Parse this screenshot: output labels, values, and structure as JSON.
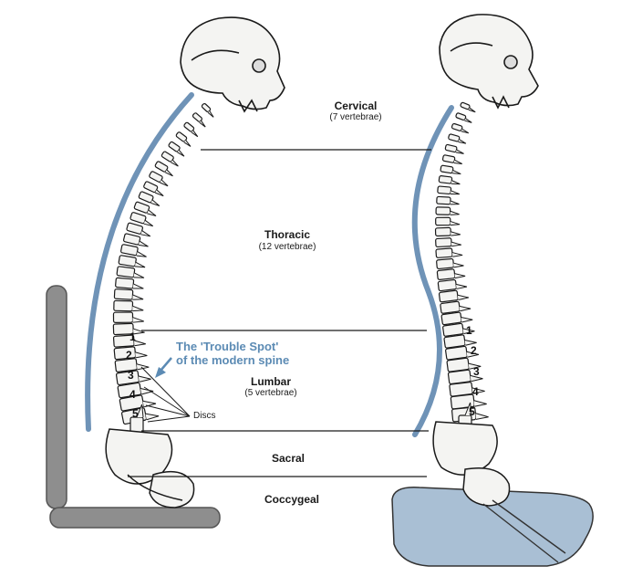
{
  "regions": {
    "cervical": {
      "name": "Cervical",
      "count": "(7 vertebrae)"
    },
    "thoracic": {
      "name": "Thoracic",
      "count": "(12 vertebrae)"
    },
    "lumbar": {
      "name": "Lumbar",
      "count": "(5 vertebrae)"
    },
    "sacral": {
      "name": "Sacral"
    },
    "coccygeal": {
      "name": "Coccygeal"
    }
  },
  "callout": {
    "line1": "The 'Trouble Spot'",
    "line2": "of the modern spine"
  },
  "discs_label": "Discs",
  "lumbar_numbers": [
    "1",
    "2",
    "3",
    "4",
    "5"
  ],
  "colors": {
    "curve": "#6f93b7",
    "callout": "#5c8bb4",
    "chair": "#8e8e8e",
    "cushion": "#a9bfd4",
    "bone": "#f4f4f2"
  }
}
